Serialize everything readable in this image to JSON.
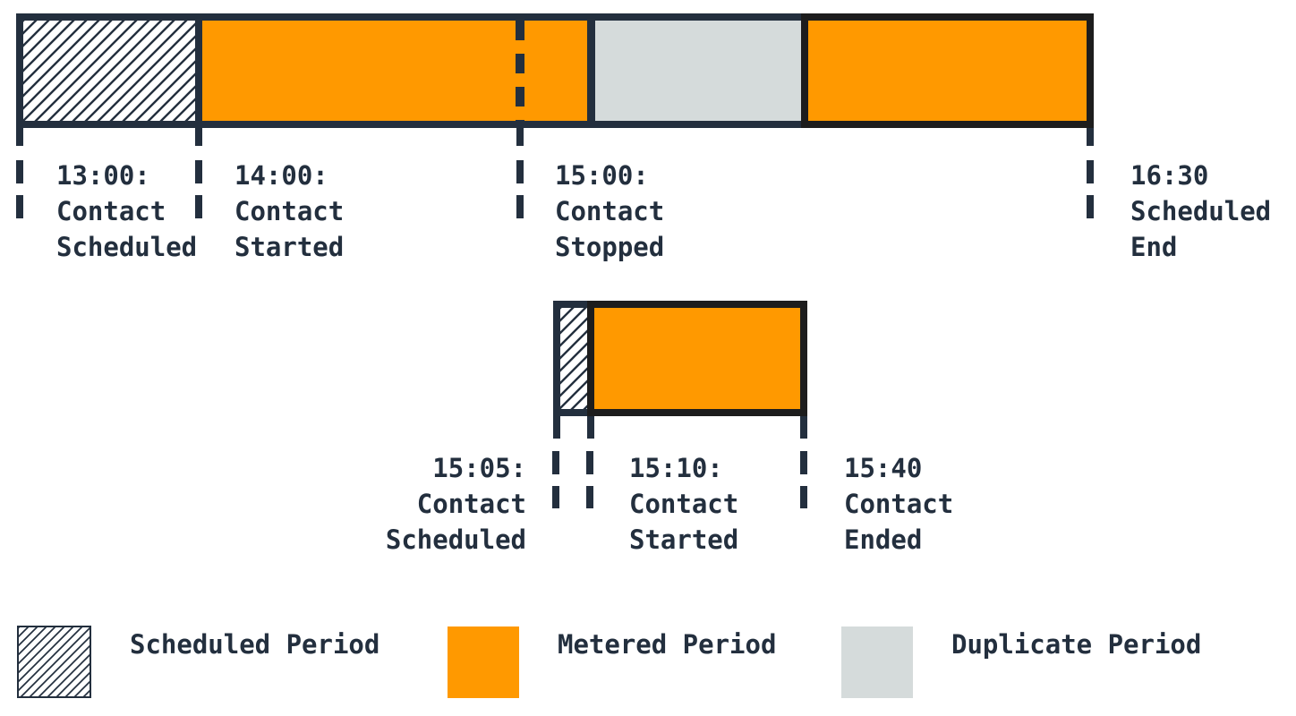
{
  "colors": {
    "navy": "#232F3E",
    "orange": "#FF9900",
    "gray": "#D5DBDB",
    "black": "#1D1D1D",
    "bg": "#FFFFFF"
  },
  "upper_timeline": {
    "events": [
      {
        "time": "13:00",
        "name": "Contact Scheduled",
        "text": "13:00:\nContact\nScheduled"
      },
      {
        "time": "14:00",
        "name": "Contact Started",
        "text": "14:00:\nContact\nStarted"
      },
      {
        "time": "15:00",
        "name": "Contact Stopped",
        "text": "15:00:\nContact\nStopped"
      },
      {
        "time": "16:30",
        "name": "Scheduled End",
        "text": "16:30\nScheduled\nEnd"
      }
    ],
    "segments": [
      {
        "period": "Scheduled Period",
        "style": "hatched"
      },
      {
        "period": "Metered Period",
        "style": "orange"
      },
      {
        "period": "Duplicate Period",
        "style": "gray"
      },
      {
        "period": "Metered Period",
        "style": "orange-black-outline"
      }
    ]
  },
  "lower_timeline": {
    "events": [
      {
        "time": "15:05",
        "name": "Contact Scheduled",
        "text": "15:05:\nContact\nScheduled"
      },
      {
        "time": "15:10",
        "name": "Contact Started",
        "text": "15:10:\nContact\nStarted"
      },
      {
        "time": "15:40",
        "name": "Contact Ended",
        "text": "15:40\nContact\nEnded"
      }
    ],
    "segments": [
      {
        "period": "Scheduled Period",
        "style": "hatched"
      },
      {
        "period": "Metered Period",
        "style": "orange-black-outline"
      }
    ]
  },
  "legend": {
    "items": [
      {
        "label": "Scheduled Period",
        "swatch": "hatched"
      },
      {
        "label": "Metered Period",
        "swatch": "orange"
      },
      {
        "label": "Duplicate Period",
        "swatch": "gray"
      }
    ]
  }
}
